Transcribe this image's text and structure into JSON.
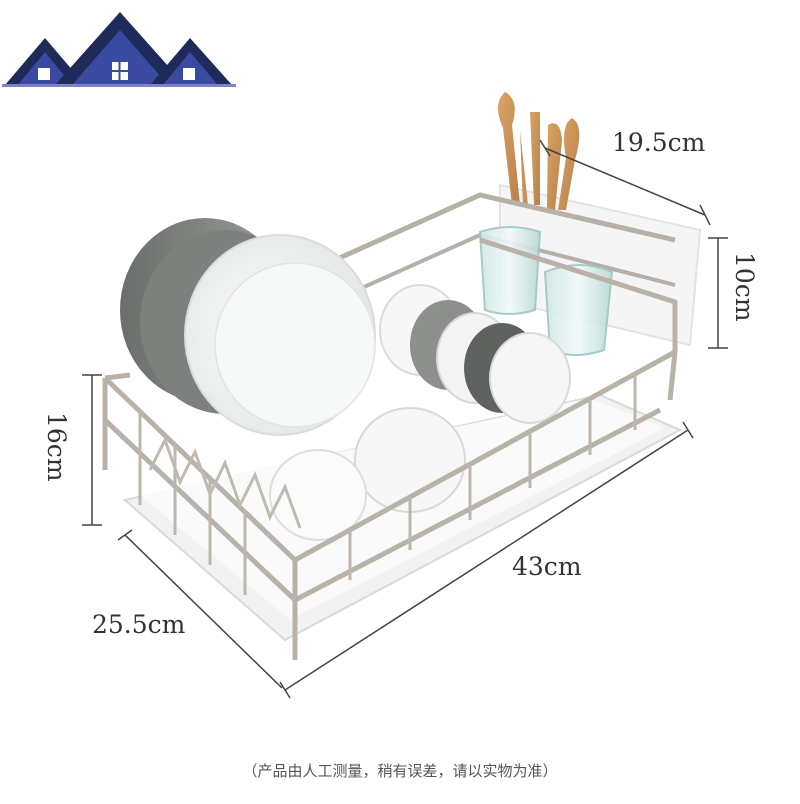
{
  "logo": {
    "icon": "house-roofs-logo",
    "colors": [
      "#1e2a5a",
      "#3a4aa0",
      "#7a86c4"
    ]
  },
  "product": {
    "name": "dish-rack-icon"
  },
  "dimensions": {
    "depth_top": "19.5cm",
    "height_right": "10cm",
    "height_left": "16cm",
    "length": "43cm",
    "width": "25.5cm"
  },
  "footnote": "（产品由人工测量，稍有误差，请以实物为准）"
}
